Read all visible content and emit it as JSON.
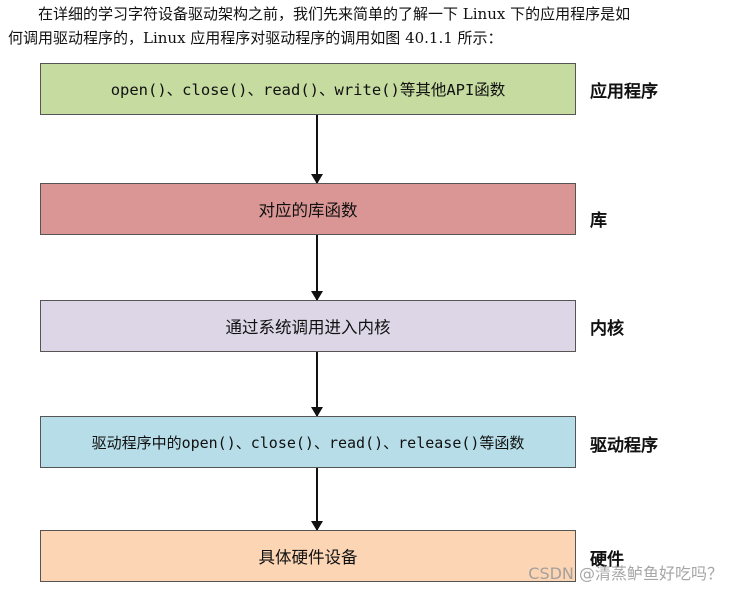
{
  "intro": {
    "line1": "在详细的学习字符设备驱动架构之前，我们先来简单的了解一下 Linux 下的应用程序是如",
    "line2": "何调用驱动程序的，Linux 应用程序对驱动程序的调用如图 40.1.1 所示："
  },
  "diagram": {
    "layers": [
      {
        "box_text": "open()、close()、read()、write()等其他API函数",
        "label": "应用程序",
        "color": "#c5dba0"
      },
      {
        "box_text": "对应的库函数",
        "label": "库",
        "color": "#da9694"
      },
      {
        "box_text": "通过系统调用进入内核",
        "label": "内核",
        "color": "#dcd6e6"
      },
      {
        "box_text": "驱动程序中的open()、close()、read()、release()等函数",
        "label": "驱动程序",
        "color": "#b6dde8"
      },
      {
        "box_text": "具体硬件设备",
        "label": "硬件",
        "color": "#fcd5b5"
      }
    ]
  },
  "watermark": "CSDN @清蒸鲈鱼好吃吗？"
}
